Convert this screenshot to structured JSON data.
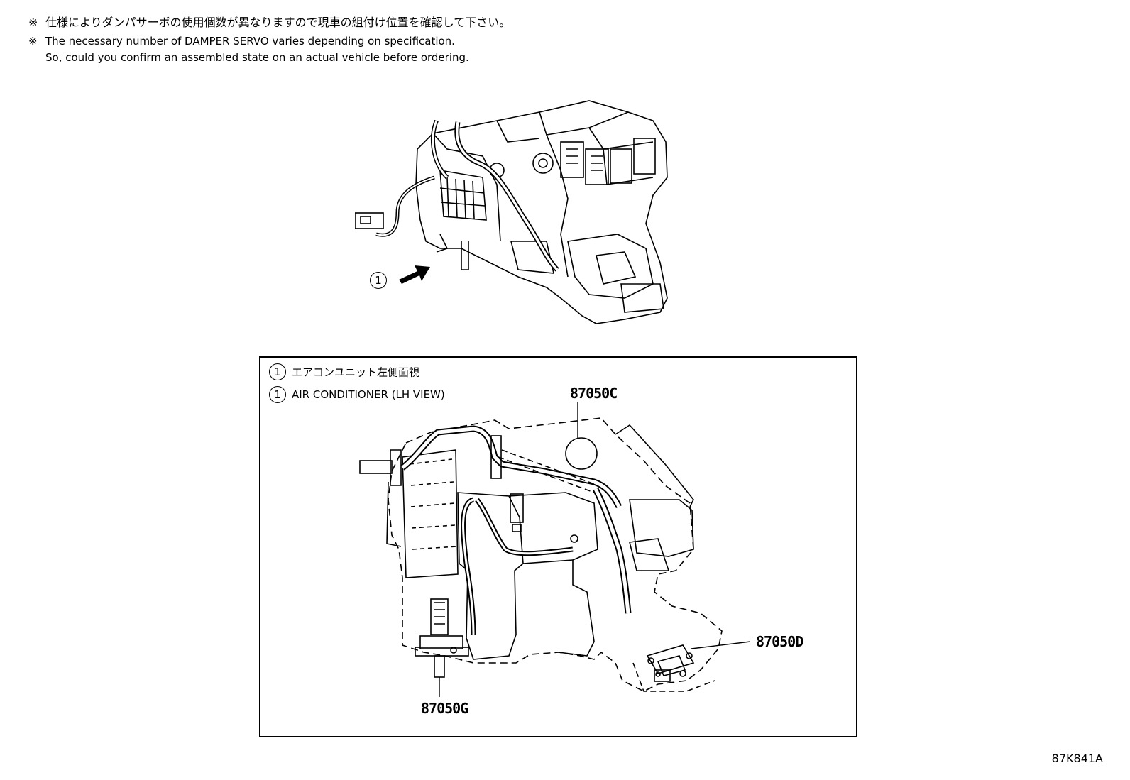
{
  "notes": {
    "mark": "※",
    "japanese": "仕様によりダンパサーボの使用個数が異なりますので現車の組付け位置を確認して下さい。",
    "english_line1": "The necessary number of DAMPER SERVO varies depending on specification.",
    "english_line2": "So, could you confirm an assembled state on an actual vehicle before ordering."
  },
  "callout": {
    "number": "1"
  },
  "legend": {
    "number": "1",
    "japanese": "エアコンユニット左側面視",
    "english": "AIR CONDITIONER (LH VIEW)"
  },
  "parts": [
    {
      "id": "87050C"
    },
    {
      "id": "87050D"
    },
    {
      "id": "87050G"
    }
  ],
  "reference_code": "87K841A"
}
